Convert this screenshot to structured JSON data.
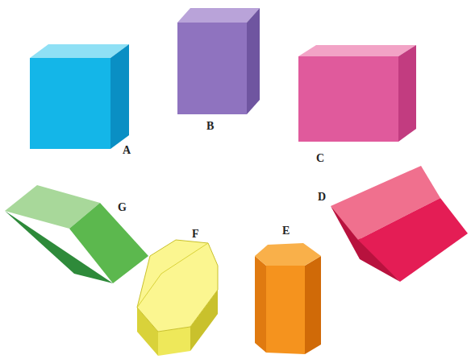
{
  "diagram": {
    "labels": [
      "A",
      "B",
      "C",
      "D",
      "E",
      "F",
      "G"
    ]
  }
}
